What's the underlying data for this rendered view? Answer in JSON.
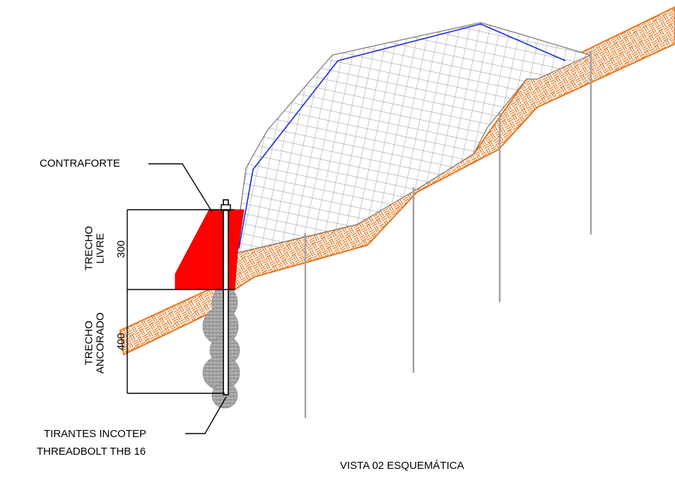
{
  "labels": {
    "contraforte": "CONTRAFORTE",
    "trecho_livre_line1": "TRECHO",
    "trecho_livre_line2": "LIVRE",
    "trecho_livre_dim": "300",
    "trecho_ancorado_line1": "TRECHO",
    "trecho_ancorado_line2": "ANCORADO",
    "trecho_ancorado_dim": "400",
    "tirantes_line1": "TIRANTES INCOTEP",
    "tirantes_line2": "THREADBOLT THB 16",
    "view_title": "VISTA 02 ESQUEMÁTICA"
  },
  "colors": {
    "soil": "#e8741c",
    "buttress": "#ff0000",
    "mesh": "#8c8c8c",
    "slip_line": "#1f2bd6",
    "anchor_bulb": "#9a9a9a",
    "rod": "#a0a0a0"
  }
}
